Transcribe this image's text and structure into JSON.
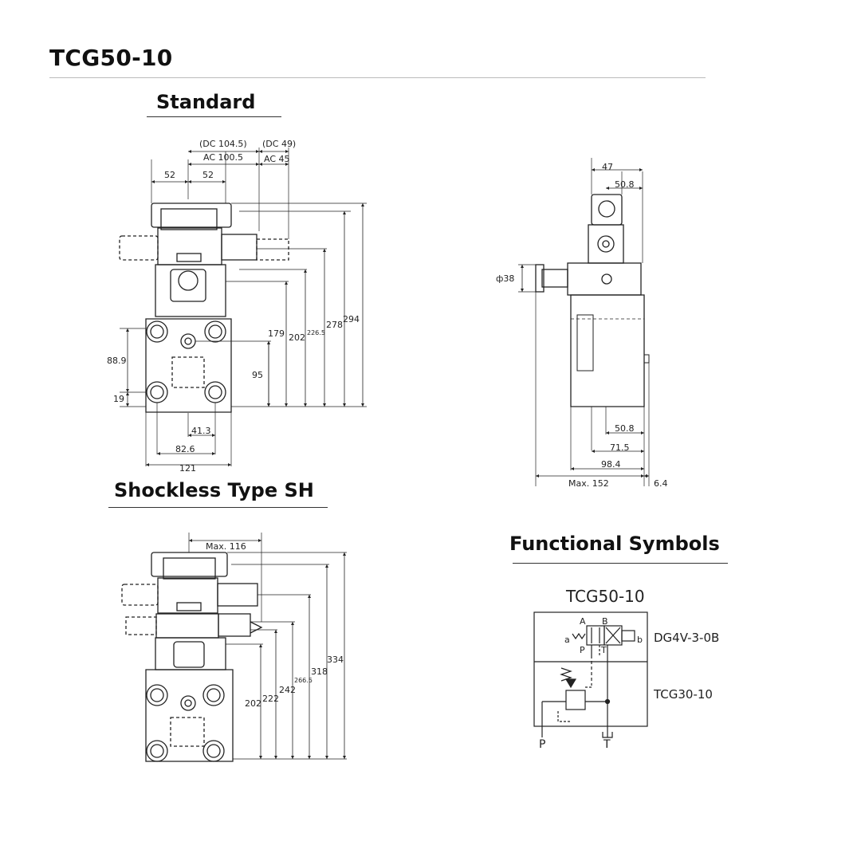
{
  "page": {
    "title": "TCG50-10"
  },
  "sections": {
    "standard": "Standard",
    "shockless": "Shockless Type SH",
    "functional": "Functional Symbols"
  },
  "standard_dims": {
    "dc_104_5": "(DC 104.5)",
    "dc_49": "(DC 49)",
    "ac_100_5": "AC 100.5",
    "ac_45": "AC 45",
    "d52_left": "52",
    "d52_right": "52",
    "d179": "179",
    "d202": "202",
    "d226_5": "226.5",
    "d278": "278",
    "d294": "294",
    "d88_9": "88.9",
    "d19": "19",
    "d95": "95",
    "d41_3": "41.3",
    "d82_6": "82.6",
    "d121": "121"
  },
  "side_dims": {
    "d47": "47",
    "d50_8_top": "50.8",
    "d38": "ф38",
    "d50_8_bottom": "50.8",
    "d71_5": "71.5",
    "d98_4": "98.4",
    "max152": "Max. 152",
    "d6_4": "6.4"
  },
  "sh_dims": {
    "max116": "Max. 116",
    "d202": "202",
    "d222": "222",
    "d242": "242",
    "d266_5": "266.5",
    "d318": "318",
    "d334": "334"
  },
  "symbol": {
    "title": "TCG50-10",
    "valve_label": "DG4V-3-0B",
    "relief_label": "TCG30-10",
    "port_A": "A",
    "port_B": "B",
    "port_P_upper": "P",
    "port_T_upper": "T",
    "port_a": "a",
    "port_b": "b",
    "port_P": "P",
    "port_T": "T"
  }
}
